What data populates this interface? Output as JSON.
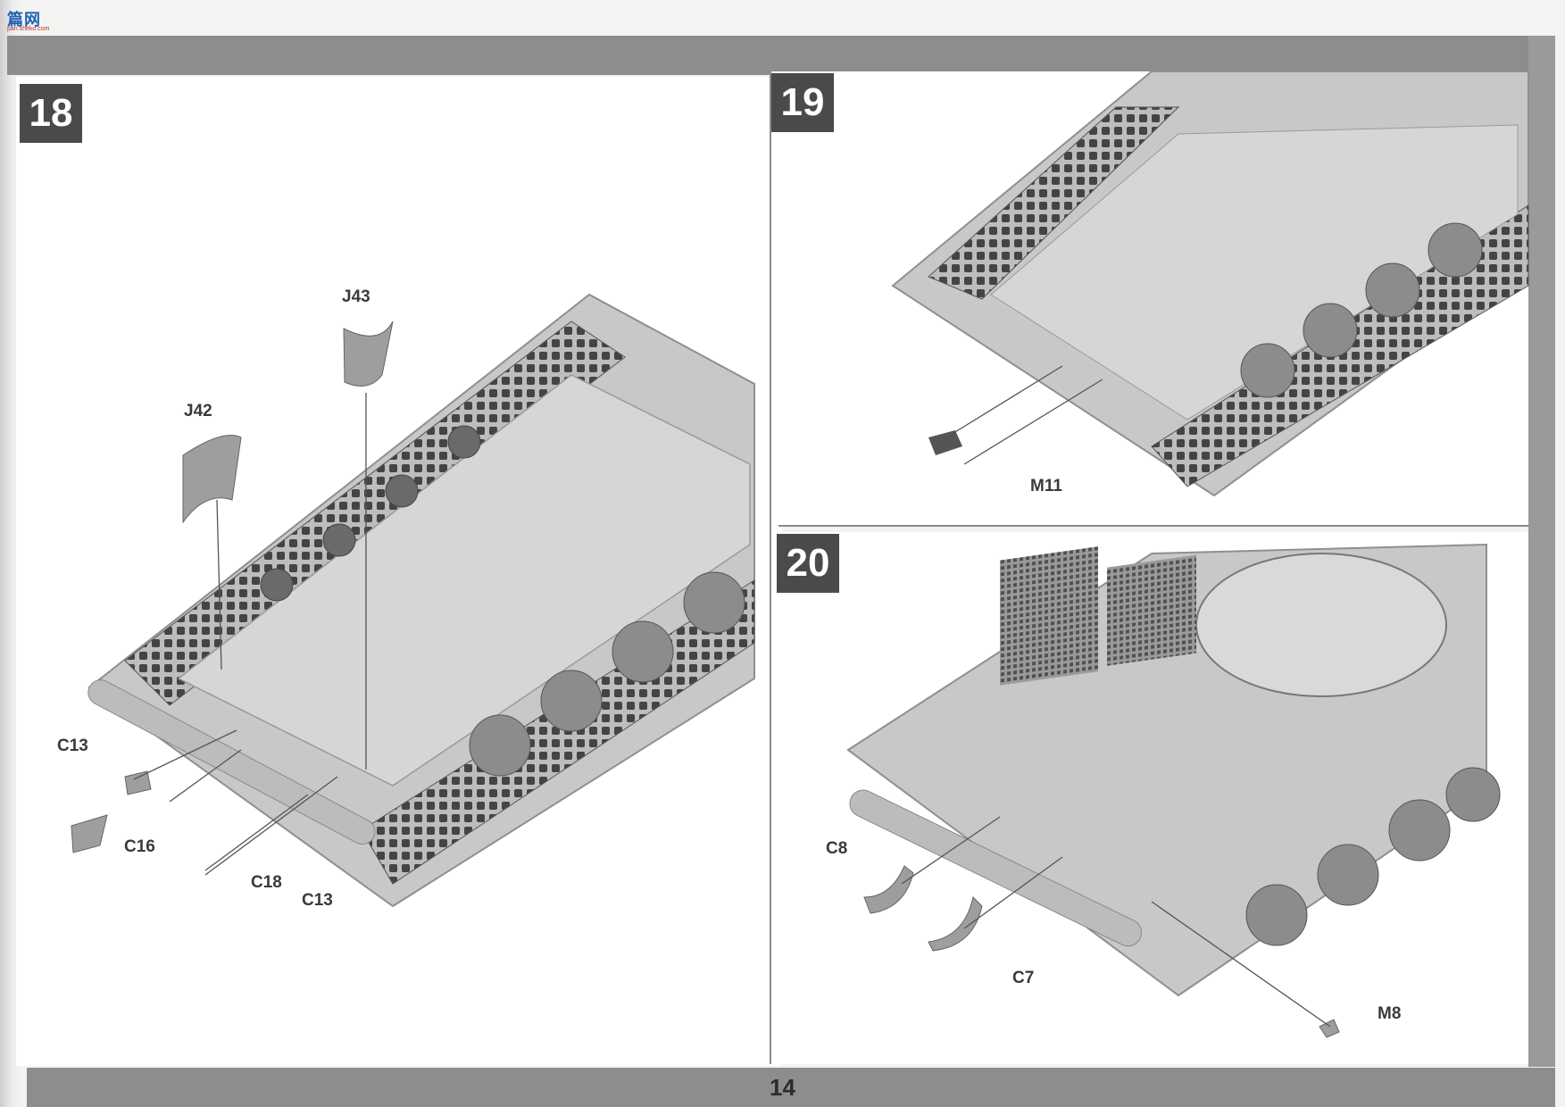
{
  "watermark": {
    "brand": "篇网",
    "url": "pan.sheko.com"
  },
  "page_number": "14",
  "steps": [
    {
      "number": "18",
      "parts": [
        "J43",
        "J42",
        "C13",
        "C16",
        "C18",
        "C13"
      ]
    },
    {
      "number": "19",
      "parts": [
        "M11"
      ]
    },
    {
      "number": "20",
      "parts": [
        "C8",
        "C7",
        "M8"
      ]
    }
  ],
  "colors": {
    "frame_bar": "#8d8d8d",
    "badge": "#4a4a4a",
    "hull": "#c9c9c9",
    "track": "#3c3c3c"
  }
}
